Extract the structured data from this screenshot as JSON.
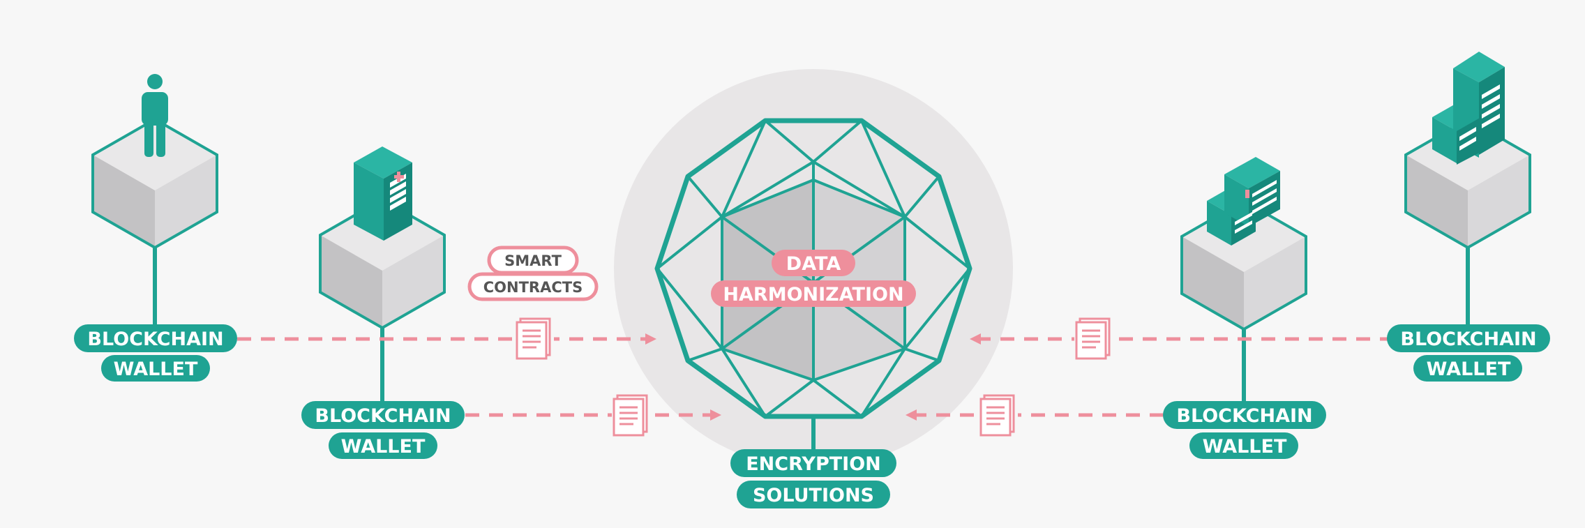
{
  "colors": {
    "teal": "#1fa393",
    "pink": "#ee8f9c",
    "circle_bg": "#e8e6e7",
    "cube_top": "#e9e8e9",
    "cube_left": "#c3c2c4",
    "cube_right": "#d9d8da",
    "page_bg": "#f7f7f7"
  },
  "wallets": [
    {
      "line1": "BLOCKCHAIN",
      "line2": "WALLET",
      "icon": "person-icon"
    },
    {
      "line1": "BLOCKCHAIN",
      "line2": "WALLET",
      "icon": "hospital-icon"
    },
    {
      "line1": "BLOCKCHAIN",
      "line2": "WALLET",
      "icon": "clinic-icon"
    },
    {
      "line1": "BLOCKCHAIN",
      "line2": "WALLET",
      "icon": "office-building-icon"
    }
  ],
  "smart_contracts": {
    "line1": "SMART",
    "line2": "CONTRACTS"
  },
  "hub": {
    "label_line1": "DATA",
    "label_line2": "HARMONIZATION",
    "base_line1": "ENCRYPTION",
    "base_line2": "SOLUTIONS"
  },
  "icons": {
    "document": "document-icon"
  }
}
